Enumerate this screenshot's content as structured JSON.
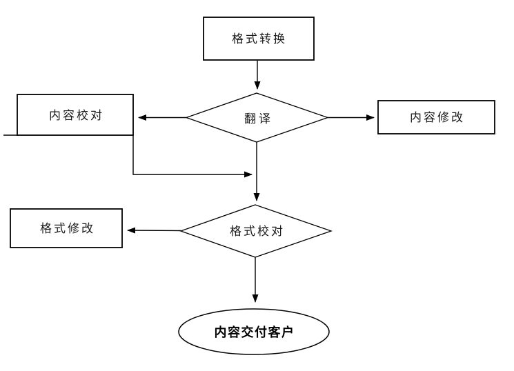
{
  "diagram": {
    "background_color": "#ffffff",
    "line_color": "#000000",
    "text_color": "#1a1a1a",
    "nodes": {
      "format_conversion": {
        "label": "格式转换",
        "shape": "rectangle"
      },
      "translation": {
        "label": "翻译",
        "shape": "diamond"
      },
      "content_proofreading": {
        "label": "内容校对",
        "shape": "rectangle"
      },
      "content_modification": {
        "label": "内容修改",
        "shape": "rectangle"
      },
      "format_proofreading": {
        "label": "格式校对",
        "shape": "diamond"
      },
      "format_modification": {
        "label": "格式修改",
        "shape": "rectangle"
      },
      "content_delivery": {
        "label": "内容交付客户",
        "shape": "ellipse"
      }
    },
    "edges": [
      {
        "from": "format_conversion",
        "to": "translation"
      },
      {
        "from": "translation",
        "to": "content_proofreading"
      },
      {
        "from": "translation",
        "to": "content_modification"
      },
      {
        "from": "content_proofreading",
        "to": "format_proofreading"
      },
      {
        "from": "translation",
        "to": "format_proofreading"
      },
      {
        "from": "format_proofreading",
        "to": "format_modification"
      },
      {
        "from": "format_proofreading",
        "to": "content_delivery"
      }
    ]
  }
}
